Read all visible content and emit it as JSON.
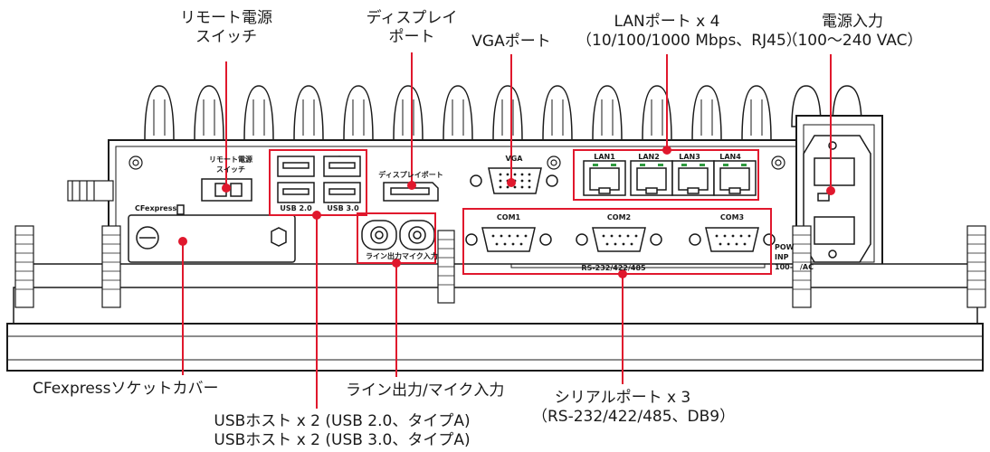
{
  "callouts": {
    "remote_switch": [
      "リモート電源",
      "スイッチ"
    ],
    "display_port": [
      "ディスプレイ",
      "ポート"
    ],
    "vga_port": [
      "VGAポート"
    ],
    "lan_ports": [
      "LANポート x 4",
      "（10/100/1000 Mbps、RJ45）"
    ],
    "power_input": [
      "電源入力",
      "（100〜240 VAC）"
    ],
    "cfexpress_cover": [
      "CFexpressソケットカバー"
    ],
    "audio_ports": [
      "ライン出力/マイク入力"
    ],
    "usb_hosts": [
      "USBホスト x 2 (USB 2.0、タイプA)",
      "USBホスト x 2 (USB 3.0、タイプA)"
    ],
    "serial_ports": [
      "シリアルポート x 3",
      "（RS-232/422/485、DB9）"
    ]
  },
  "panel_labels": {
    "remote_switch": [
      "リモート電源",
      "スイッチ"
    ],
    "display_port": "ディスプレイポート",
    "vga": "VGA",
    "lan": [
      "LAN1",
      "LAN2",
      "LAN3",
      "LAN4"
    ],
    "usb2": "USB 2.0",
    "usb3": "USB 3.0",
    "cfexpress": "CFexpress",
    "line_out": "ライン出力",
    "mic_in": "マイク入力",
    "com": [
      "COM1",
      "COM2",
      "COM3"
    ],
    "rs": "RS-232/422/485",
    "power": [
      "POW",
      "INP",
      "100-",
      "/AC"
    ]
  },
  "colors": {
    "callout_red": "#e0182d",
    "outline": "#1a1a1a"
  }
}
